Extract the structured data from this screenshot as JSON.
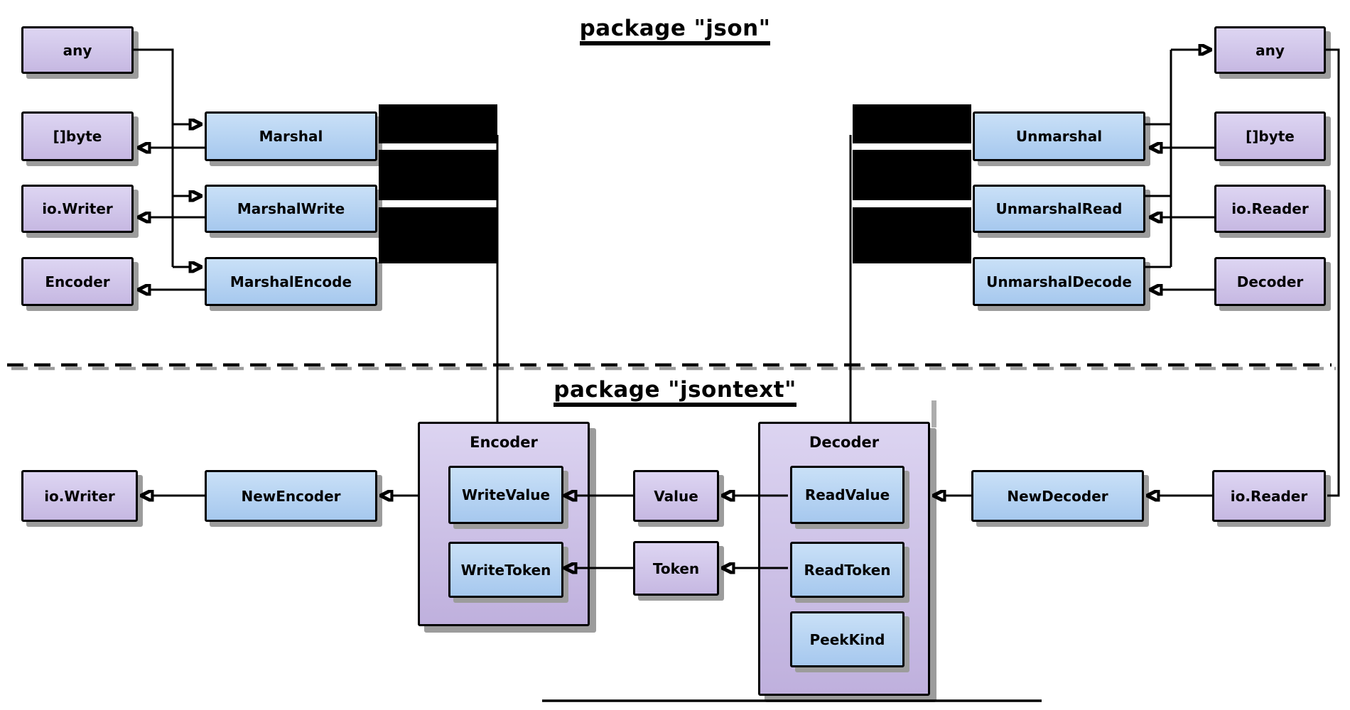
{
  "json_section": {
    "title": "package \"json\"",
    "left_types": [
      "any",
      "[]byte",
      "io.Writer",
      "Encoder"
    ],
    "marshal_functions": [
      "Marshal",
      "MarshalWrite",
      "MarshalEncode"
    ],
    "unmarshal_functions": [
      "Unmarshal",
      "UnmarshalRead",
      "UnmarshalDecode"
    ],
    "right_types": [
      "any",
      "[]byte",
      "io.Reader",
      "Decoder"
    ]
  },
  "jsontext_section": {
    "title": "package \"jsontext\"",
    "io_writer": "io.Writer",
    "new_encoder": "NewEncoder",
    "encoder": {
      "title": "Encoder",
      "methods": [
        "WriteValue",
        "WriteToken"
      ]
    },
    "value": "Value",
    "token": "Token",
    "decoder": {
      "title": "Decoder",
      "methods": [
        "ReadValue",
        "ReadToken",
        "PeekKind"
      ]
    },
    "new_decoder": "NewDecoder",
    "io_reader": "io.Reader"
  },
  "colors": {
    "type_box_gradient_top": "#ddd5f2",
    "type_box_gradient_bottom": "#c6b8e2",
    "function_box_gradient_top": "#c9e0f7",
    "function_box_gradient_bottom": "#a6c8ee",
    "container_gradient_top": "#dcd4f1",
    "container_gradient_bottom": "#bfb0dd",
    "border": "#000000",
    "shadow": "#9c9c9c",
    "redacted_block": "#000000"
  },
  "edges": [
    {
      "from": "any",
      "to": "Marshal"
    },
    {
      "from": "any",
      "to": "MarshalWrite"
    },
    {
      "from": "any",
      "to": "MarshalEncode"
    },
    {
      "from": "Marshal",
      "to": "[]byte"
    },
    {
      "from": "MarshalWrite",
      "to": "io.Writer"
    },
    {
      "from": "MarshalEncode",
      "to": "Encoder"
    },
    {
      "from": "[]byte",
      "to": "Unmarshal"
    },
    {
      "from": "io.Reader",
      "to": "UnmarshalRead"
    },
    {
      "from": "Decoder",
      "to": "UnmarshalDecode"
    },
    {
      "from": "Unmarshal",
      "to": "any"
    },
    {
      "from": "UnmarshalRead",
      "to": "any"
    },
    {
      "from": "UnmarshalDecode",
      "to": "any"
    },
    {
      "from": "jsontext.Encoder",
      "to": "NewEncoder"
    },
    {
      "from": "NewEncoder",
      "to": "io.Writer"
    },
    {
      "from": "Value",
      "to": "WriteValue"
    },
    {
      "from": "Token",
      "to": "WriteToken"
    },
    {
      "from": "ReadValue",
      "to": "Value"
    },
    {
      "from": "ReadToken",
      "to": "Token"
    },
    {
      "from": "NewDecoder",
      "to": "jsontext.Decoder"
    },
    {
      "from": "io.Reader",
      "to": "NewDecoder"
    }
  ]
}
